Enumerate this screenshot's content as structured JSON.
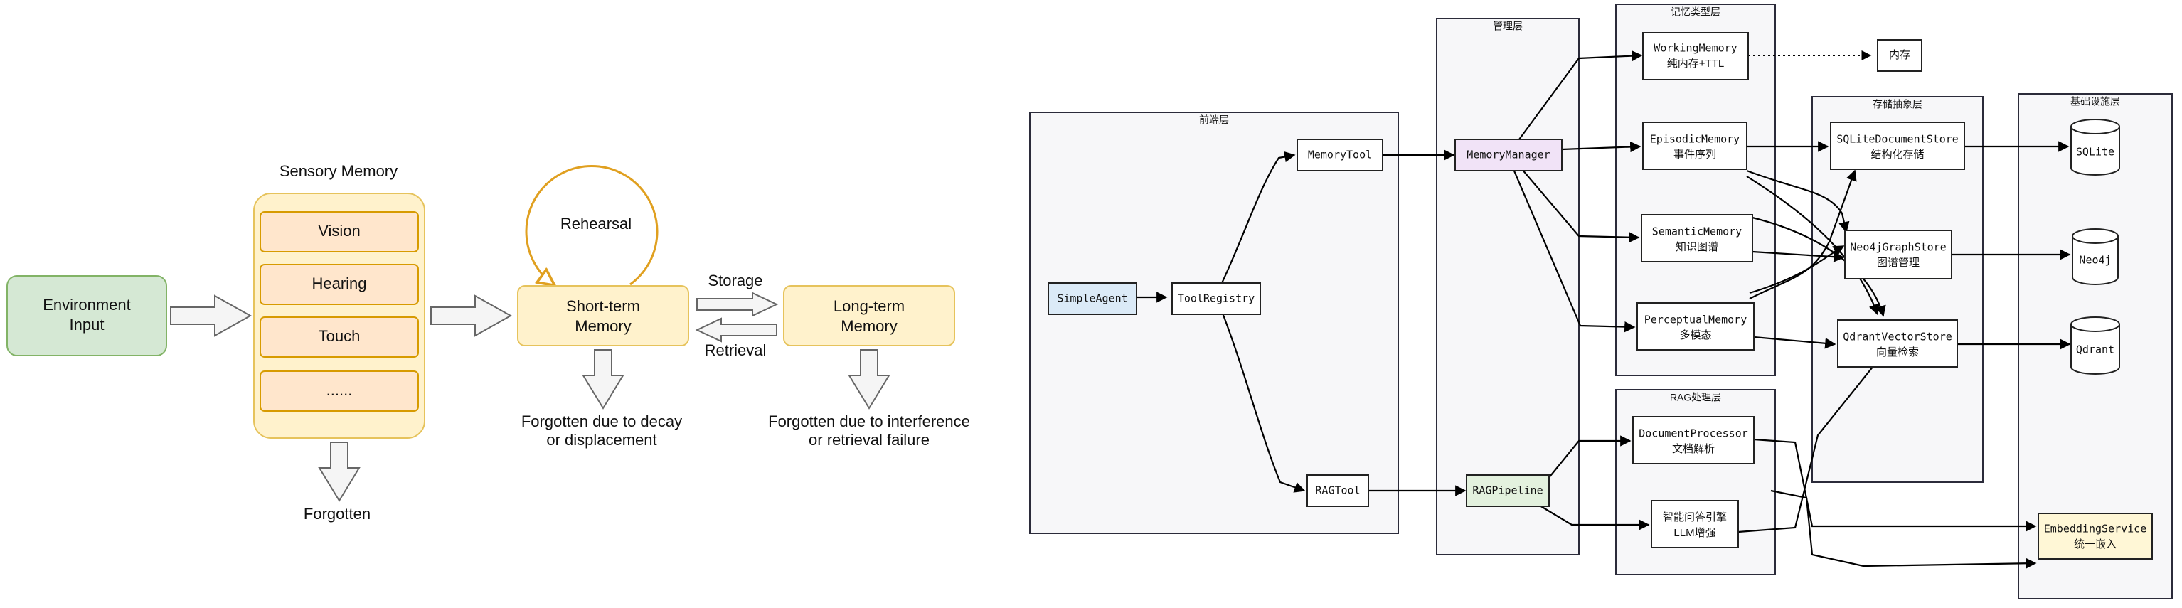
{
  "memory_model": {
    "environment_input": [
      "Environment",
      "Input"
    ],
    "sensory_memory": {
      "title": "Sensory Memory",
      "items": [
        "Vision",
        "Hearing",
        "Touch",
        "......"
      ],
      "forgotten": "Forgotten"
    },
    "rehearsal": "Rehearsal",
    "short_term": [
      "Short-term",
      "Memory"
    ],
    "long_term": [
      "Long-term",
      "Memory"
    ],
    "storage": "Storage",
    "retrieval": "Retrieval",
    "short_term_forgotten": [
      "Forgotten due to decay",
      "or displacement"
    ],
    "long_term_forgotten": [
      "Forgotten due to interference",
      "or retrieval failure"
    ]
  },
  "architecture": {
    "layers": {
      "frontend": "前端层",
      "management": "管理层",
      "memory_types": "记忆类型层",
      "rag_processing": "RAG处理层",
      "storage_abstraction": "存储抽象层",
      "infrastructure": "基础设施层"
    },
    "nodes": {
      "simple_agent": [
        "SimpleAgent"
      ],
      "tool_registry": [
        "ToolRegistry"
      ],
      "memory_tool": [
        "MemoryTool"
      ],
      "rag_tool": [
        "RAGTool"
      ],
      "memory_manager": [
        "MemoryManager"
      ],
      "rag_pipeline": [
        "RAGPipeline"
      ],
      "working_memory": [
        "WorkingMemory",
        "纯内存+TTL"
      ],
      "episodic_memory": [
        "EpisodicMemory",
        "事件序列"
      ],
      "semantic_memory": [
        "SemanticMemory",
        "知识图谱"
      ],
      "perceptual_memory": [
        "PerceptualMemory",
        "多模态"
      ],
      "document_processor": [
        "DocumentProcessor",
        "文档解析"
      ],
      "qa_engine": [
        "智能问答引擎",
        "LLM增强"
      ],
      "in_memory": [
        "内存"
      ],
      "sqlite_store": [
        "SQLiteDocumentStore",
        "结构化存储"
      ],
      "neo4j_store": [
        "Neo4jGraphStore",
        "图谱管理"
      ],
      "qdrant_store": [
        "QdrantVectorStore",
        "向量检索"
      ],
      "sqlite_db": [
        "SQLite"
      ],
      "neo4j_db": [
        "Neo4j"
      ],
      "qdrant_db": [
        "Qdrant"
      ],
      "embedding_service": [
        "EmbeddingService",
        "统一嵌入"
      ]
    }
  }
}
